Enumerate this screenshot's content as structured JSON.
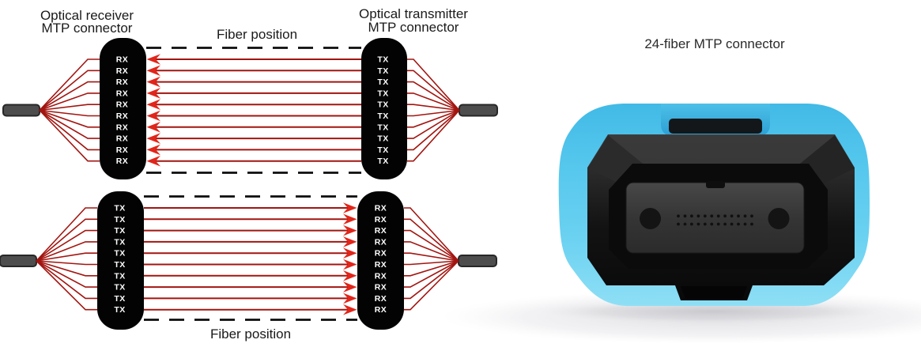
{
  "diagram": {
    "top": {
      "left_connector_label": [
        "Optical receiver",
        "MTP connector"
      ],
      "right_connector_label": [
        "Optical transmitter",
        "MTP connector"
      ],
      "fiber_position_label": "Fiber position",
      "left_ports": [
        "RX",
        "RX",
        "RX",
        "RX",
        "RX",
        "RX",
        "RX",
        "RX",
        "RX",
        "RX"
      ],
      "right_ports": [
        "TX",
        "TX",
        "TX",
        "TX",
        "TX",
        "TX",
        "TX",
        "TX",
        "TX",
        "TX"
      ]
    },
    "bottom": {
      "fiber_position_label": "Fiber position",
      "left_ports": [
        "TX",
        "TX",
        "TX",
        "TX",
        "TX",
        "TX",
        "TX",
        "TX",
        "TX",
        "TX"
      ],
      "right_ports": [
        "RX",
        "RX",
        "RX",
        "RX",
        "RX",
        "RX",
        "RX",
        "RX",
        "RX",
        "RX"
      ]
    }
  },
  "photo": {
    "title": "24-fiber MTP connector",
    "fiber_rows": 2,
    "fiber_holes_per_row": 12,
    "guide_pin_holes": 2
  },
  "colors": {
    "fiber_line_red": "#a21510",
    "arrow_red": "#e2251a",
    "block_black": "#030303",
    "dash_black": "#0d0d0d",
    "port_text": "#ffffff",
    "label_text": "#1a1a1a",
    "cable_stub_fill": "#4d4d4d",
    "cable_stub_stroke": "#272727",
    "connector_blue": "#54c7ed"
  }
}
